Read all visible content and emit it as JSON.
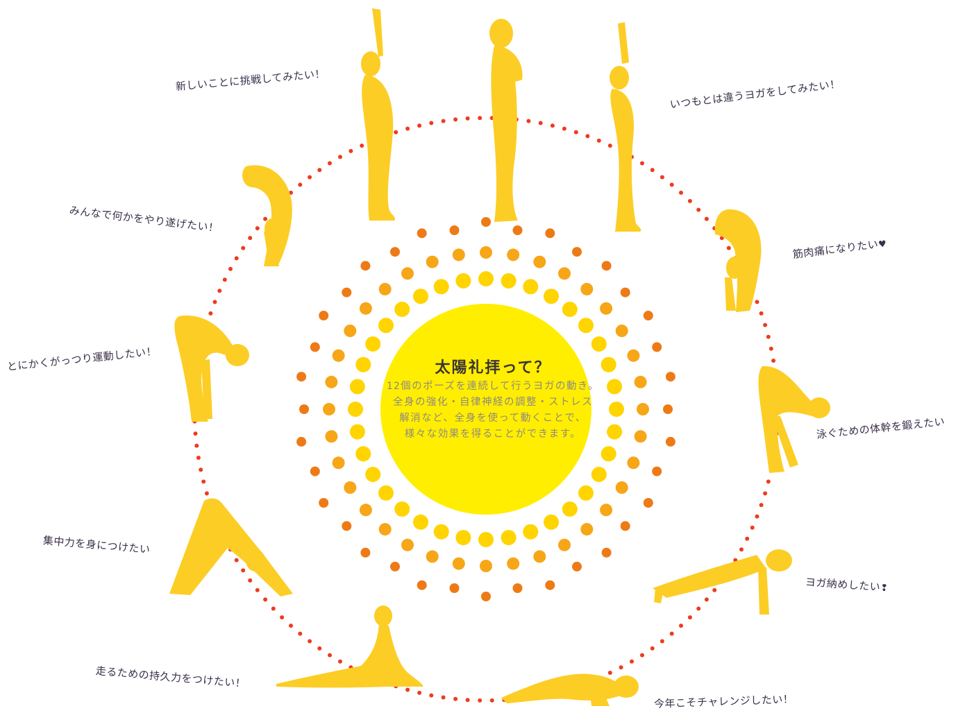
{
  "center": {
    "title": "太陽礼拝って？",
    "lines": [
      "12個のポーズを連続して行うヨガの動き。",
      "全身の強化・自律神経の調整・ストレス",
      "解消など、全身を使って動くことで、",
      "様々な効果を得ることができます。"
    ]
  },
  "wishes": [
    {
      "text": "新しいことに挑戦してみたい！"
    },
    {
      "text": "いつもとは違うヨガをしてみたい！"
    },
    {
      "text": "みんなで何かをやり遂げたい！"
    },
    {
      "text": "筋肉痛になりたい",
      "icon": "♥"
    },
    {
      "text": "とにかくがっつり運動したい！"
    },
    {
      "text": "泳ぐための体幹を鍛えたい"
    },
    {
      "text": "集中力を身につけたい"
    },
    {
      "text": "ヨガ納めしたい",
      "icon": "❢"
    },
    {
      "text": "走るための持久力をつけたい！"
    },
    {
      "text": "今年こそチャレンジしたい！"
    }
  ],
  "colors": {
    "sun": "#ffee00",
    "ray_yellow": "#ffd400",
    "ray_amber": "#f7a618",
    "ray_orange": "#ee7a16",
    "ring_dots": "#ee3b1f",
    "figure": "#fccd25",
    "text": "#3a2f4a"
  }
}
